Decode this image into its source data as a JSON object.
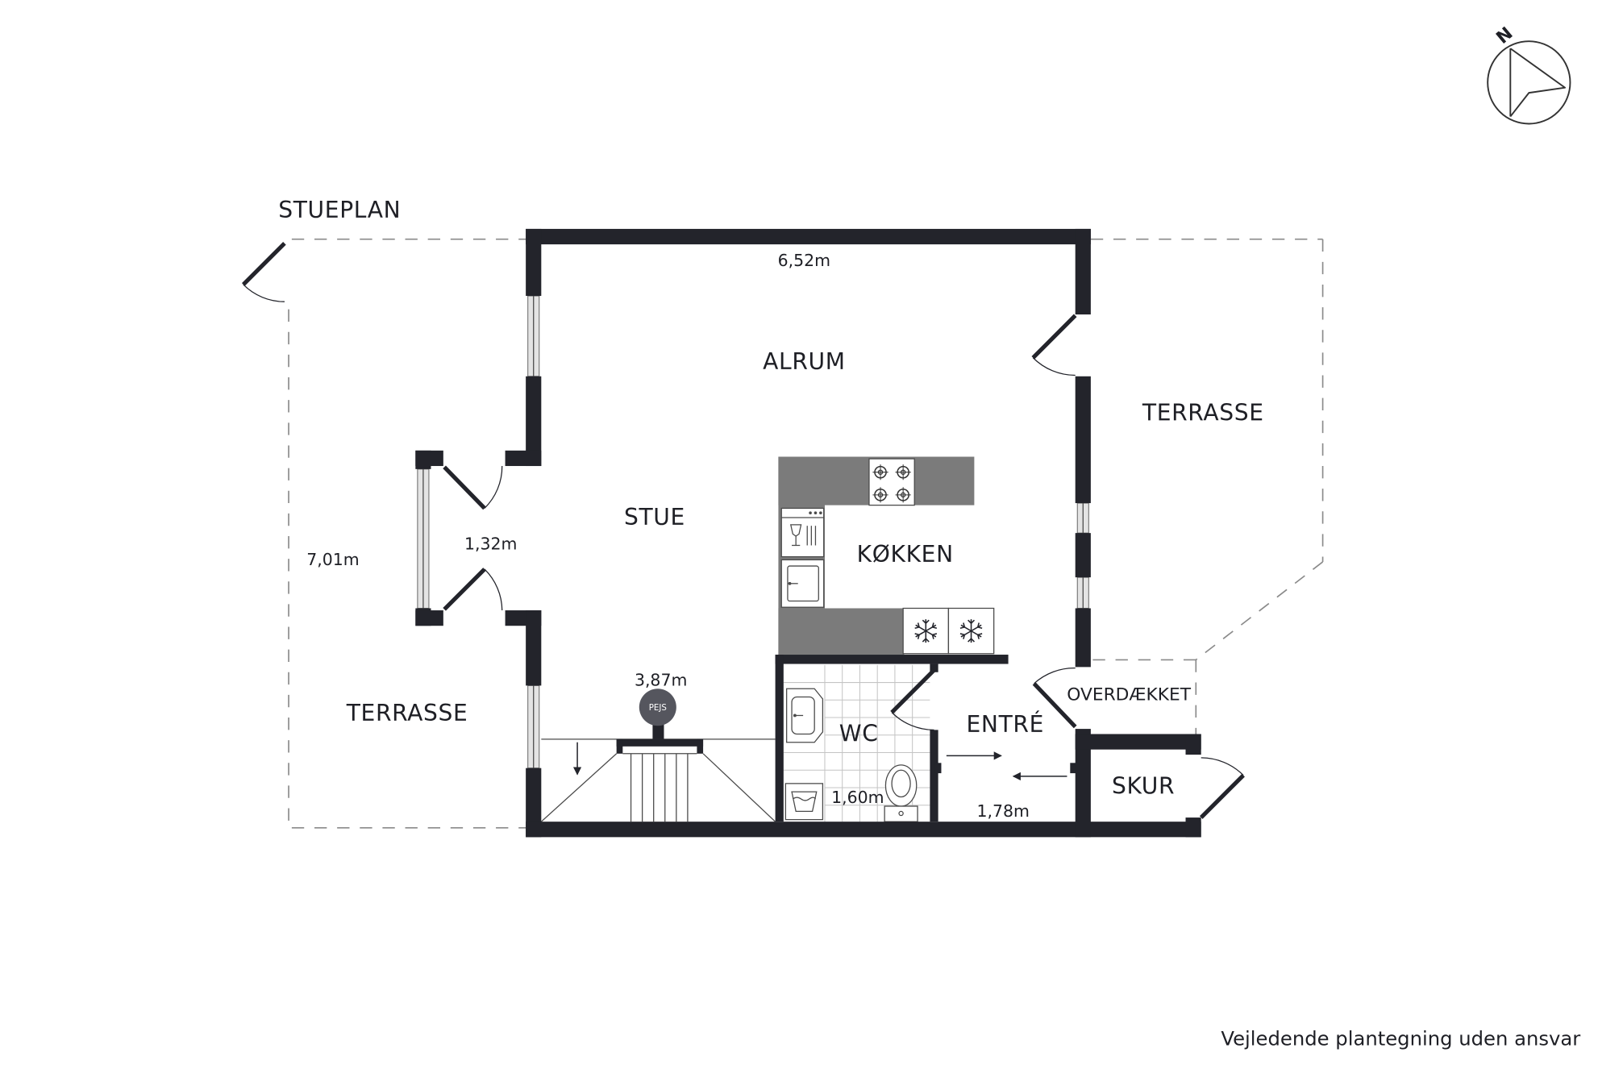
{
  "plan": {
    "title": "STUEPLAN",
    "compass": "N",
    "disclaimer": "Vejledende plantegning uden ansvar"
  },
  "rooms": {
    "alrum": "ALRUM",
    "stue": "STUE",
    "kokken": "KØKKEN",
    "terrasse_east": "TERRASSE",
    "terrasse_west": "TERRASSE",
    "wc": "WC",
    "entre": "ENTRÉ",
    "overdaekket": "OVERDÆKKET",
    "skur": "SKUR"
  },
  "dimensions": {
    "alrum": "6,52m",
    "terrasse_west": "7,01m",
    "bay": "1,32m",
    "stue": "3,87m",
    "wc": "1,60m",
    "entre": "1,78m"
  },
  "fixtures": {
    "fireplace": "PEJS"
  },
  "colors": {
    "wall": "#23242b",
    "counter": "#7b7b7b",
    "window": "#e4e4e4",
    "terrace_line": "#8a8a8a",
    "background": "#ffffff"
  }
}
